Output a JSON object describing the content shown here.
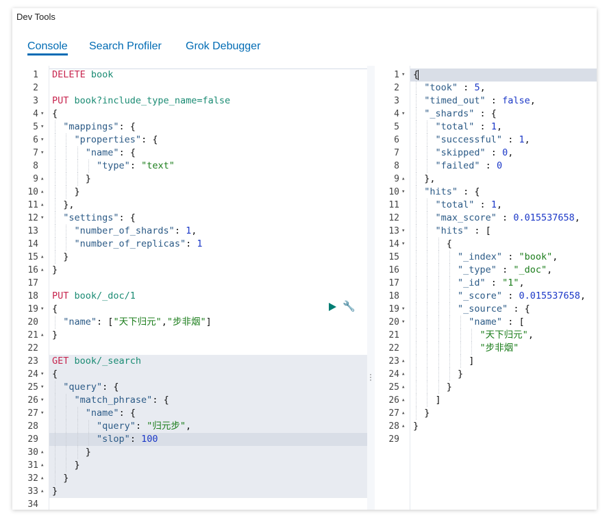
{
  "app": {
    "title": "Dev Tools"
  },
  "tabs": [
    {
      "label": "Console",
      "active": true
    },
    {
      "label": "Search Profiler",
      "active": false
    },
    {
      "label": "Grok Debugger",
      "active": false
    }
  ],
  "request": {
    "active_line": 29,
    "highlight_range": [
      23,
      33
    ],
    "lines": [
      {
        "n": 1,
        "fold": "",
        "segs": [
          [
            "kw",
            "DELETE "
          ],
          [
            "url",
            "book"
          ]
        ]
      },
      {
        "n": 2,
        "fold": "",
        "segs": []
      },
      {
        "n": 3,
        "fold": "",
        "segs": [
          [
            "kw",
            "PUT "
          ],
          [
            "url",
            "book?include_type_name=false"
          ]
        ]
      },
      {
        "n": 4,
        "fold": "▾",
        "segs": [
          [
            "p",
            "{"
          ]
        ]
      },
      {
        "n": 5,
        "fold": "▾",
        "segs": [
          [
            "p",
            "  "
          ],
          [
            "key",
            "\"mappings\""
          ],
          [
            "p",
            ": {"
          ]
        ]
      },
      {
        "n": 6,
        "fold": "▾",
        "segs": [
          [
            "p",
            "    "
          ],
          [
            "key",
            "\"properties\""
          ],
          [
            "p",
            ": {"
          ]
        ]
      },
      {
        "n": 7,
        "fold": "▾",
        "segs": [
          [
            "p",
            "      "
          ],
          [
            "key",
            "\"name\""
          ],
          [
            "p",
            ": {"
          ]
        ]
      },
      {
        "n": 8,
        "fold": "",
        "segs": [
          [
            "p",
            "        "
          ],
          [
            "key",
            "\"type\""
          ],
          [
            "p",
            ": "
          ],
          [
            "str",
            "\"text\""
          ]
        ]
      },
      {
        "n": 9,
        "fold": "▴",
        "segs": [
          [
            "p",
            "      }"
          ]
        ]
      },
      {
        "n": 10,
        "fold": "▴",
        "segs": [
          [
            "p",
            "    }"
          ]
        ]
      },
      {
        "n": 11,
        "fold": "▴",
        "segs": [
          [
            "p",
            "  },"
          ]
        ]
      },
      {
        "n": 12,
        "fold": "▾",
        "segs": [
          [
            "p",
            "  "
          ],
          [
            "key",
            "\"settings\""
          ],
          [
            "p",
            ": {"
          ]
        ]
      },
      {
        "n": 13,
        "fold": "",
        "segs": [
          [
            "p",
            "    "
          ],
          [
            "key",
            "\"number_of_shards\""
          ],
          [
            "p",
            ": "
          ],
          [
            "num",
            "1"
          ],
          [
            "p",
            ","
          ]
        ]
      },
      {
        "n": 14,
        "fold": "",
        "segs": [
          [
            "p",
            "    "
          ],
          [
            "key",
            "\"number_of_replicas\""
          ],
          [
            "p",
            ": "
          ],
          [
            "num",
            "1"
          ]
        ]
      },
      {
        "n": 15,
        "fold": "▴",
        "segs": [
          [
            "p",
            "  }"
          ]
        ]
      },
      {
        "n": 16,
        "fold": "▴",
        "segs": [
          [
            "p",
            "}"
          ]
        ]
      },
      {
        "n": 17,
        "fold": "",
        "segs": []
      },
      {
        "n": 18,
        "fold": "",
        "segs": [
          [
            "kw",
            "PUT "
          ],
          [
            "url",
            "book/_doc/1"
          ]
        ]
      },
      {
        "n": 19,
        "fold": "▾",
        "segs": [
          [
            "p",
            "{"
          ]
        ]
      },
      {
        "n": 20,
        "fold": "",
        "segs": [
          [
            "p",
            "  "
          ],
          [
            "key",
            "\"name\""
          ],
          [
            "p",
            ": ["
          ],
          [
            "str",
            "\"天下归元\""
          ],
          [
            "p",
            ","
          ],
          [
            "str",
            "\"步非烟\""
          ],
          [
            "p",
            "]"
          ]
        ]
      },
      {
        "n": 21,
        "fold": "▴",
        "segs": [
          [
            "p",
            "}"
          ]
        ]
      },
      {
        "n": 22,
        "fold": "",
        "segs": []
      },
      {
        "n": 23,
        "fold": "",
        "segs": [
          [
            "kw",
            "GET "
          ],
          [
            "url",
            "book/_search"
          ]
        ]
      },
      {
        "n": 24,
        "fold": "▾",
        "segs": [
          [
            "p",
            "{"
          ]
        ]
      },
      {
        "n": 25,
        "fold": "▾",
        "segs": [
          [
            "p",
            "  "
          ],
          [
            "key",
            "\"query\""
          ],
          [
            "p",
            ": {"
          ]
        ]
      },
      {
        "n": 26,
        "fold": "▾",
        "segs": [
          [
            "p",
            "    "
          ],
          [
            "key",
            "\"match_phrase\""
          ],
          [
            "p",
            ": {"
          ]
        ]
      },
      {
        "n": 27,
        "fold": "▾",
        "segs": [
          [
            "p",
            "      "
          ],
          [
            "key",
            "\"name\""
          ],
          [
            "p",
            ": {"
          ]
        ]
      },
      {
        "n": 28,
        "fold": "",
        "segs": [
          [
            "p",
            "        "
          ],
          [
            "key",
            "\"query\""
          ],
          [
            "p",
            ": "
          ],
          [
            "str",
            "\"归元步\""
          ],
          [
            "p",
            ","
          ]
        ]
      },
      {
        "n": 29,
        "fold": "",
        "segs": [
          [
            "p",
            "        "
          ],
          [
            "key",
            "\"slop\""
          ],
          [
            "p",
            ": "
          ],
          [
            "num",
            "100"
          ]
        ]
      },
      {
        "n": 30,
        "fold": "▴",
        "segs": [
          [
            "p",
            "      }"
          ]
        ]
      },
      {
        "n": 31,
        "fold": "▴",
        "segs": [
          [
            "p",
            "    }"
          ]
        ]
      },
      {
        "n": 32,
        "fold": "▴",
        "segs": [
          [
            "p",
            "  }"
          ]
        ]
      },
      {
        "n": 33,
        "fold": "▴",
        "segs": [
          [
            "p",
            "}"
          ]
        ]
      },
      {
        "n": 34,
        "fold": "",
        "segs": []
      }
    ]
  },
  "request_actions": {
    "run_icon": "play-icon",
    "settings_icon": "wrench-icon",
    "wrench_glyph": "🔧"
  },
  "response": {
    "active_line": 1,
    "lines": [
      {
        "n": 1,
        "fold": "▾",
        "segs": [
          [
            "p",
            "{"
          ]
        ]
      },
      {
        "n": 2,
        "fold": "",
        "segs": [
          [
            "p",
            "  "
          ],
          [
            "key",
            "\"took\""
          ],
          [
            "p",
            " : "
          ],
          [
            "num",
            "5"
          ],
          [
            "p",
            ","
          ]
        ]
      },
      {
        "n": 3,
        "fold": "",
        "segs": [
          [
            "p",
            "  "
          ],
          [
            "key",
            "\"timed_out\""
          ],
          [
            "p",
            " : "
          ],
          [
            "bool",
            "false"
          ],
          [
            "p",
            ","
          ]
        ]
      },
      {
        "n": 4,
        "fold": "▾",
        "segs": [
          [
            "p",
            "  "
          ],
          [
            "key",
            "\"_shards\""
          ],
          [
            "p",
            " : {"
          ]
        ]
      },
      {
        "n": 5,
        "fold": "",
        "segs": [
          [
            "p",
            "    "
          ],
          [
            "key",
            "\"total\""
          ],
          [
            "p",
            " : "
          ],
          [
            "num",
            "1"
          ],
          [
            "p",
            ","
          ]
        ]
      },
      {
        "n": 6,
        "fold": "",
        "segs": [
          [
            "p",
            "    "
          ],
          [
            "key",
            "\"successful\""
          ],
          [
            "p",
            " : "
          ],
          [
            "num",
            "1"
          ],
          [
            "p",
            ","
          ]
        ]
      },
      {
        "n": 7,
        "fold": "",
        "segs": [
          [
            "p",
            "    "
          ],
          [
            "key",
            "\"skipped\""
          ],
          [
            "p",
            " : "
          ],
          [
            "num",
            "0"
          ],
          [
            "p",
            ","
          ]
        ]
      },
      {
        "n": 8,
        "fold": "",
        "segs": [
          [
            "p",
            "    "
          ],
          [
            "key",
            "\"failed\""
          ],
          [
            "p",
            " : "
          ],
          [
            "num",
            "0"
          ]
        ]
      },
      {
        "n": 9,
        "fold": "▴",
        "segs": [
          [
            "p",
            "  },"
          ]
        ]
      },
      {
        "n": 10,
        "fold": "▾",
        "segs": [
          [
            "p",
            "  "
          ],
          [
            "key",
            "\"hits\""
          ],
          [
            "p",
            " : {"
          ]
        ]
      },
      {
        "n": 11,
        "fold": "",
        "segs": [
          [
            "p",
            "    "
          ],
          [
            "key",
            "\"total\""
          ],
          [
            "p",
            " : "
          ],
          [
            "num",
            "1"
          ],
          [
            "p",
            ","
          ]
        ]
      },
      {
        "n": 12,
        "fold": "",
        "segs": [
          [
            "p",
            "    "
          ],
          [
            "key",
            "\"max_score\""
          ],
          [
            "p",
            " : "
          ],
          [
            "num",
            "0.015537658"
          ],
          [
            "p",
            ","
          ]
        ]
      },
      {
        "n": 13,
        "fold": "▾",
        "segs": [
          [
            "p",
            "    "
          ],
          [
            "key",
            "\"hits\""
          ],
          [
            "p",
            " : ["
          ]
        ]
      },
      {
        "n": 14,
        "fold": "▾",
        "segs": [
          [
            "p",
            "      {"
          ]
        ]
      },
      {
        "n": 15,
        "fold": "",
        "segs": [
          [
            "p",
            "        "
          ],
          [
            "key",
            "\"_index\""
          ],
          [
            "p",
            " : "
          ],
          [
            "str",
            "\"book\""
          ],
          [
            "p",
            ","
          ]
        ]
      },
      {
        "n": 16,
        "fold": "",
        "segs": [
          [
            "p",
            "        "
          ],
          [
            "key",
            "\"_type\""
          ],
          [
            "p",
            " : "
          ],
          [
            "str",
            "\"_doc\""
          ],
          [
            "p",
            ","
          ]
        ]
      },
      {
        "n": 17,
        "fold": "",
        "segs": [
          [
            "p",
            "        "
          ],
          [
            "key",
            "\"_id\""
          ],
          [
            "p",
            " : "
          ],
          [
            "str",
            "\"1\""
          ],
          [
            "p",
            ","
          ]
        ]
      },
      {
        "n": 18,
        "fold": "",
        "segs": [
          [
            "p",
            "        "
          ],
          [
            "key",
            "\"_score\""
          ],
          [
            "p",
            " : "
          ],
          [
            "num",
            "0.015537658"
          ],
          [
            "p",
            ","
          ]
        ]
      },
      {
        "n": 19,
        "fold": "▾",
        "segs": [
          [
            "p",
            "        "
          ],
          [
            "key",
            "\"_source\""
          ],
          [
            "p",
            " : {"
          ]
        ]
      },
      {
        "n": 20,
        "fold": "▾",
        "segs": [
          [
            "p",
            "          "
          ],
          [
            "key",
            "\"name\""
          ],
          [
            "p",
            " : ["
          ]
        ]
      },
      {
        "n": 21,
        "fold": "",
        "segs": [
          [
            "p",
            "            "
          ],
          [
            "str",
            "\"天下归元\""
          ],
          [
            "p",
            ","
          ]
        ]
      },
      {
        "n": 22,
        "fold": "",
        "segs": [
          [
            "p",
            "            "
          ],
          [
            "str",
            "\"步非烟\""
          ]
        ]
      },
      {
        "n": 23,
        "fold": "▴",
        "segs": [
          [
            "p",
            "          ]"
          ]
        ]
      },
      {
        "n": 24,
        "fold": "▴",
        "segs": [
          [
            "p",
            "        }"
          ]
        ]
      },
      {
        "n": 25,
        "fold": "▴",
        "segs": [
          [
            "p",
            "      }"
          ]
        ]
      },
      {
        "n": 26,
        "fold": "▴",
        "segs": [
          [
            "p",
            "    ]"
          ]
        ]
      },
      {
        "n": 27,
        "fold": "▴",
        "segs": [
          [
            "p",
            "  }"
          ]
        ]
      },
      {
        "n": 28,
        "fold": "▴",
        "segs": [
          [
            "p",
            "}"
          ]
        ]
      },
      {
        "n": 29,
        "fold": "",
        "segs": []
      }
    ]
  },
  "colors": {
    "accent": "#006bb4",
    "method": "#c7254e",
    "url": "#1a8b73",
    "key": "#2b5a86",
    "string": "#1b7d1b",
    "number": "#1a37c7",
    "run": "#017d73",
    "highlight": "#e8ebf1",
    "active_line": "#d9dee7"
  }
}
